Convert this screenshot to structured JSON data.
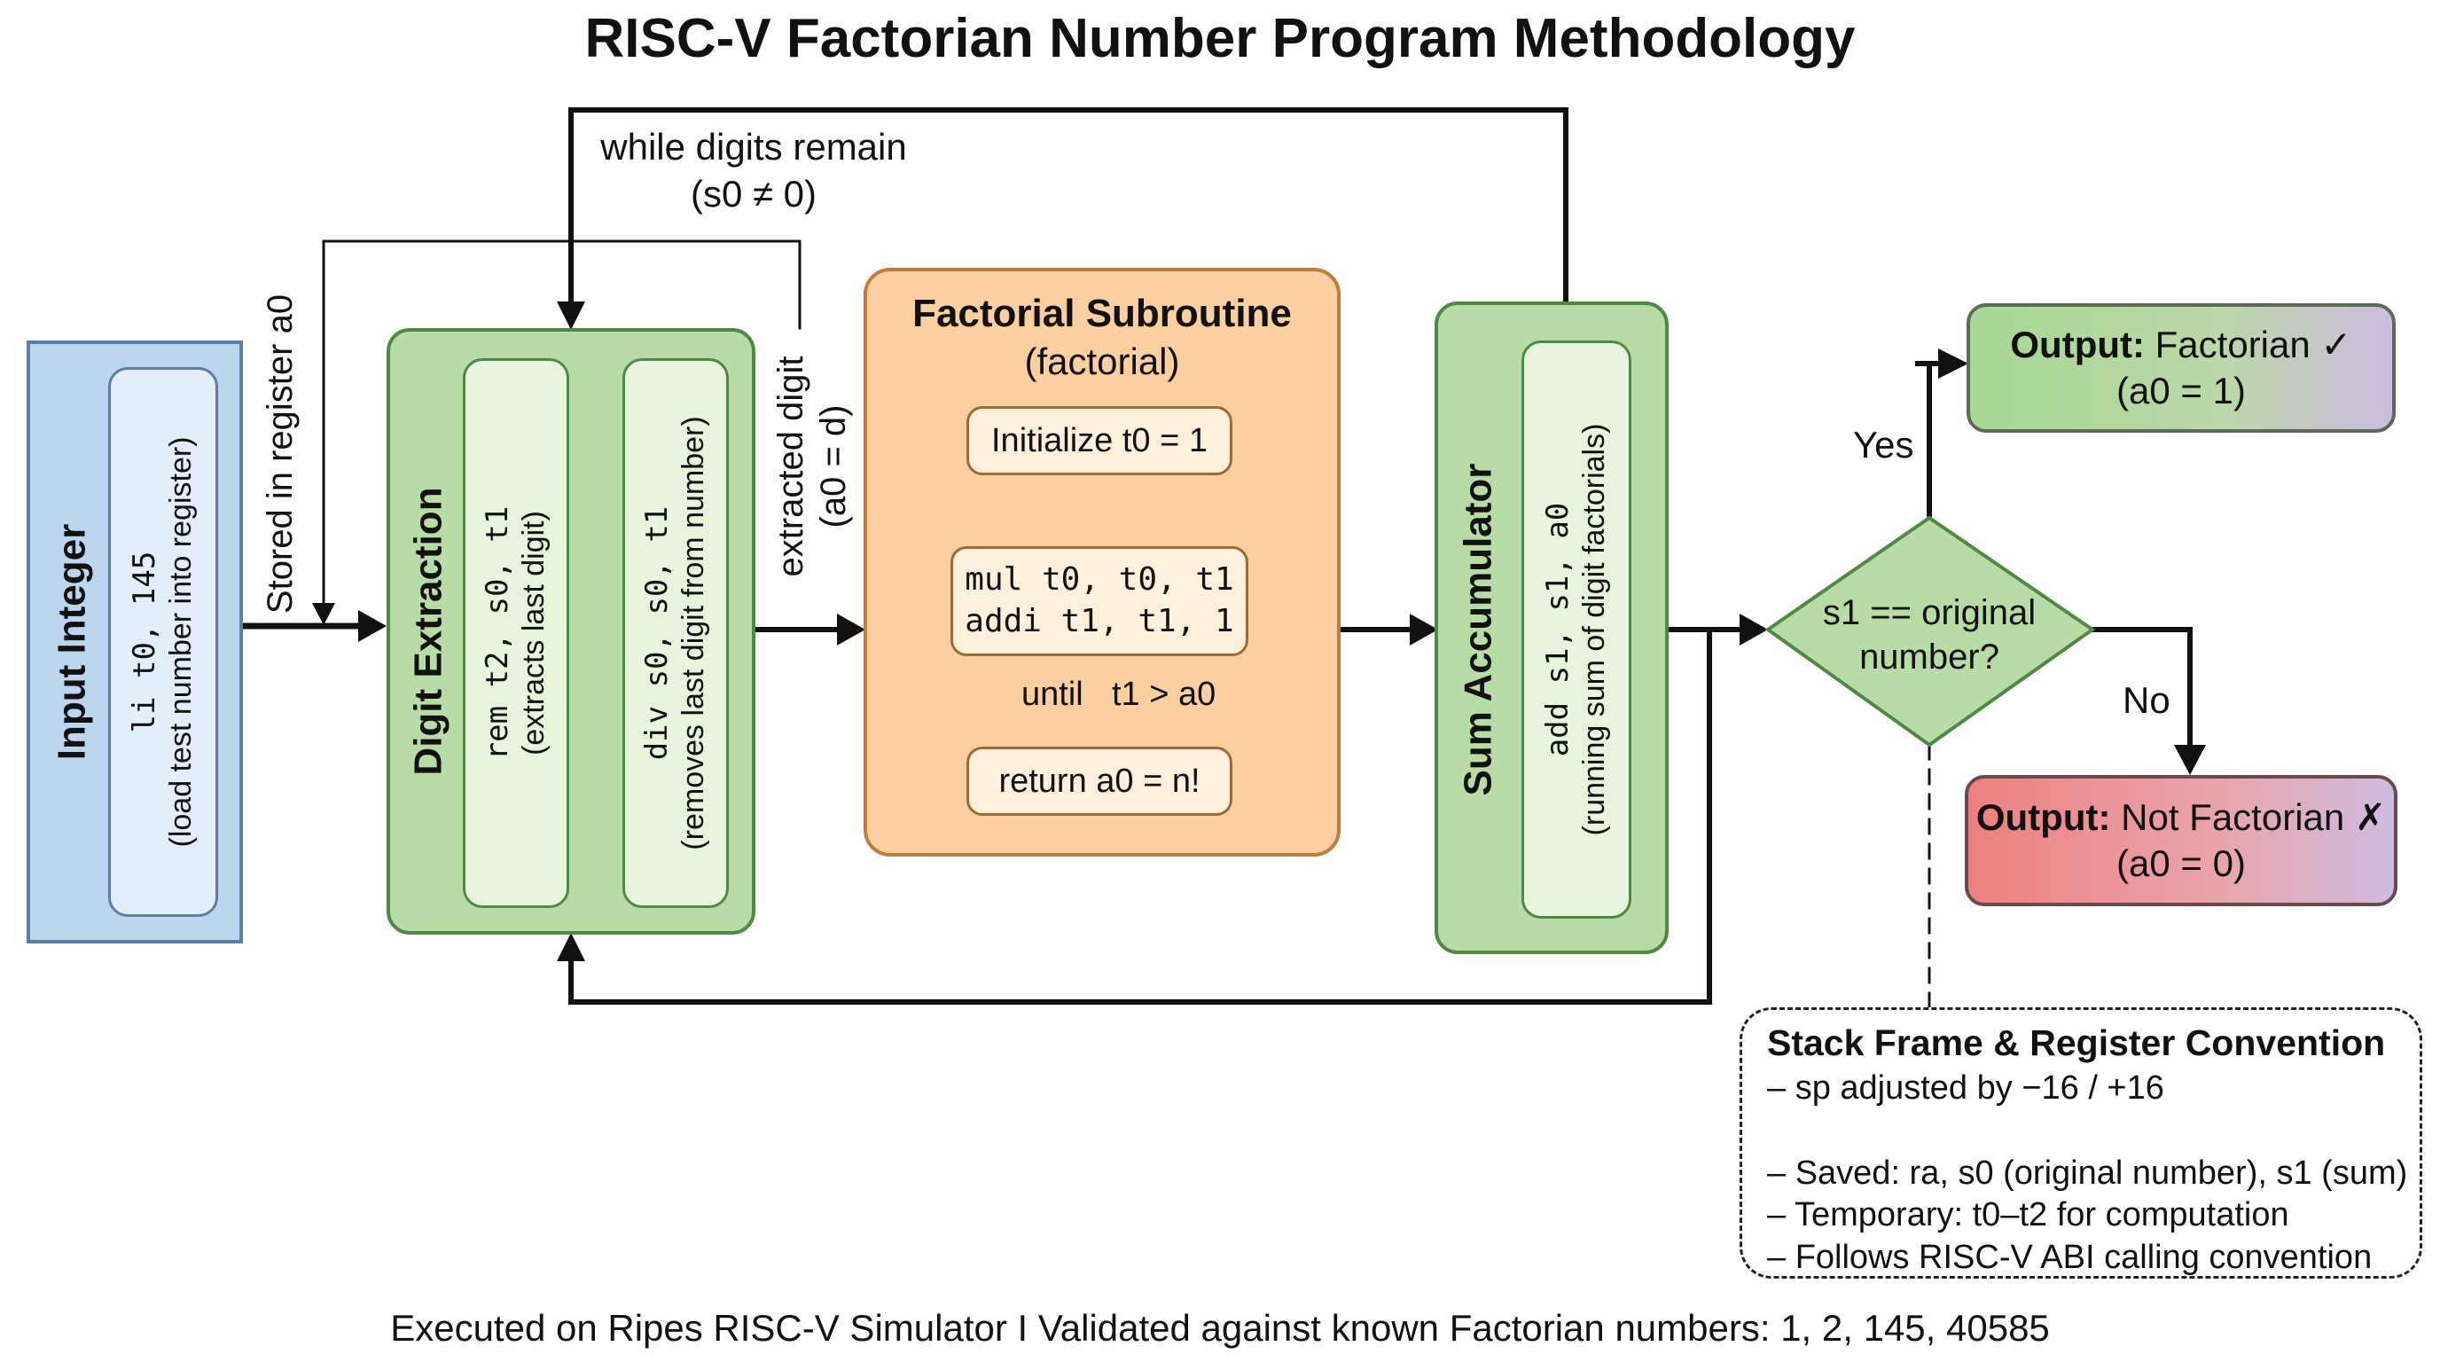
{
  "title": "RISC-V Factorian Number Program Methodology",
  "input": {
    "heading": "Input Integer",
    "code": "li t0, 145",
    "note": "(load test number into register)"
  },
  "labels": {
    "stored": "Stored in register a0",
    "while_line1": "while digits remain",
    "while_line2": "(s0 ≠ 0)",
    "extracted_line1": "extracted digit",
    "extracted_line2": "(a0 = d)",
    "yes": "Yes",
    "no": "No"
  },
  "digit_extraction": {
    "heading": "Digit Extraction",
    "rem_code": "rem t2, s0, t1",
    "rem_note": "(extracts last digit)",
    "div_code": "div s0, s0, t1",
    "div_note": "(removes last digit from number)"
  },
  "factorial": {
    "heading": "Factorial Subroutine",
    "subheading": "(factorial)",
    "init": "Initialize t0 = 1",
    "loop_line1": "mul t0, t0, t1",
    "loop_line2": "addi t1, t1, 1",
    "until_word": "until",
    "until_cond": "t1 > a0",
    "return": "return a0 = n!"
  },
  "sum": {
    "heading": "Sum Accumulator",
    "code": "add s1, s1, a0",
    "note": "(running sum of digit factorials)"
  },
  "decision": {
    "line1": "s1 == original",
    "line2": "number?"
  },
  "output_yes": {
    "label_bold": "Output:",
    "label_rest": "Factorian ✓",
    "value": "(a0 = 1)"
  },
  "output_no": {
    "label_bold": "Output:",
    "label_rest": "Not Factorian ✗",
    "value": "(a0 = 0)"
  },
  "stack_frame": {
    "heading": "Stack Frame & Register Convention",
    "lines": [
      "– sp adjusted by −16 / +16",
      "– Saved: ra, s0 (original number), s1 (sum)",
      "– Temporary: t0–t2 for computation",
      "– Follows RISC-V ABI calling convention"
    ]
  },
  "footer": "Executed on Ripes RISC-V Simulator I Validated against known Factorian numbers: 1, 2, 145, 40585",
  "colors": {
    "input": "#bcd6ee",
    "green": "#b8dca5",
    "orange": "#fbcf9f",
    "output_yes": "#a6d893",
    "output_no": "#ee8080"
  }
}
